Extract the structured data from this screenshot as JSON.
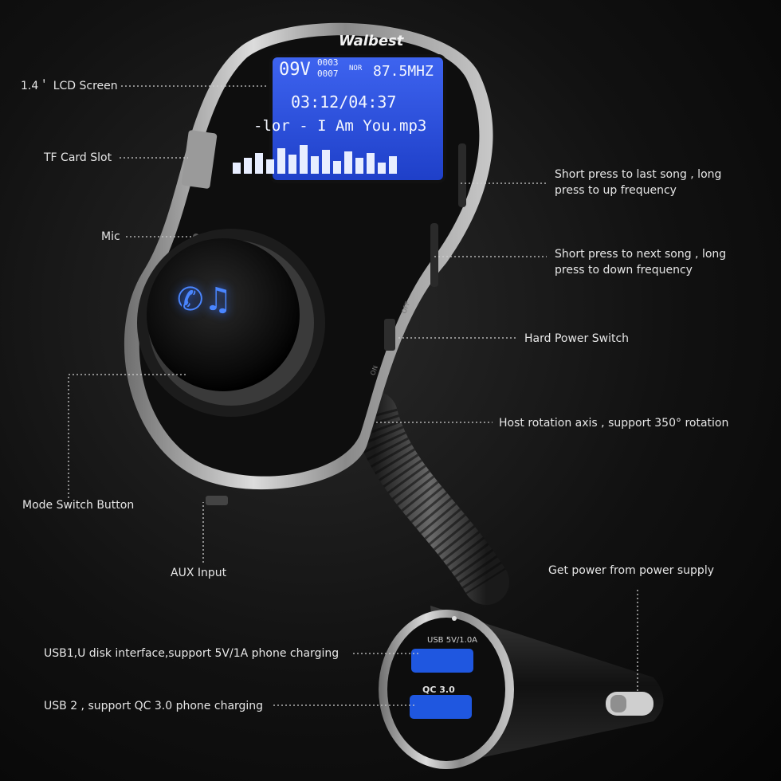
{
  "device": {
    "brand": "Walbest",
    "lcd": {
      "voltage": "09V",
      "track_num": "0003",
      "track_total": "0007",
      "mode_tag": "NOR",
      "frequency": "87.5MHZ",
      "time": "03:12/04:37",
      "song": "-lor - I Am You.mp3"
    },
    "usb1_port_label": "USB 5V/1.0A",
    "usb2_port_label": "QC 3.0",
    "switch_off": "OFF",
    "switch_on": "ON"
  },
  "callouts": {
    "lcd_screen": "1.4＇ LCD Screen",
    "tf_card": "TF Card Slot",
    "mic": "Mic",
    "mode_button": "Mode Switch Button",
    "aux": "AUX Input",
    "usb1": "USB1,U disk interface,support 5V/1A phone charging",
    "usb2": "USB 2 , support QC 3.0 phone charging",
    "last_song": "Short press to last song , long press to up frequency",
    "next_song": "Short press to next song , long press to down frequency",
    "power_switch": "Hard Power Switch",
    "rotation": "Host rotation axis , support 350° rotation",
    "power_supply": "Get power from power supply"
  },
  "colors": {
    "lcd_blue": "#2d55e6",
    "button_glow": "#3b7bff",
    "silver": "#b9b9b9",
    "body_black": "#0e0e0e"
  }
}
